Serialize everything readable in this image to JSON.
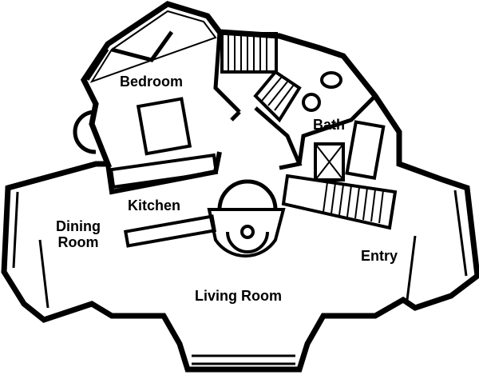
{
  "floor_plan": {
    "rooms": [
      {
        "id": "bedroom",
        "label": "Bedroom"
      },
      {
        "id": "bath",
        "label": "Bath"
      },
      {
        "id": "kitchen",
        "label": "Kitchen"
      },
      {
        "id": "dining",
        "label": "Dining\nRoom"
      },
      {
        "id": "entry",
        "label": "Entry"
      },
      {
        "id": "living",
        "label": "Living Room"
      }
    ],
    "colors": {
      "wall": "#000000",
      "background": "#ffffff"
    }
  }
}
